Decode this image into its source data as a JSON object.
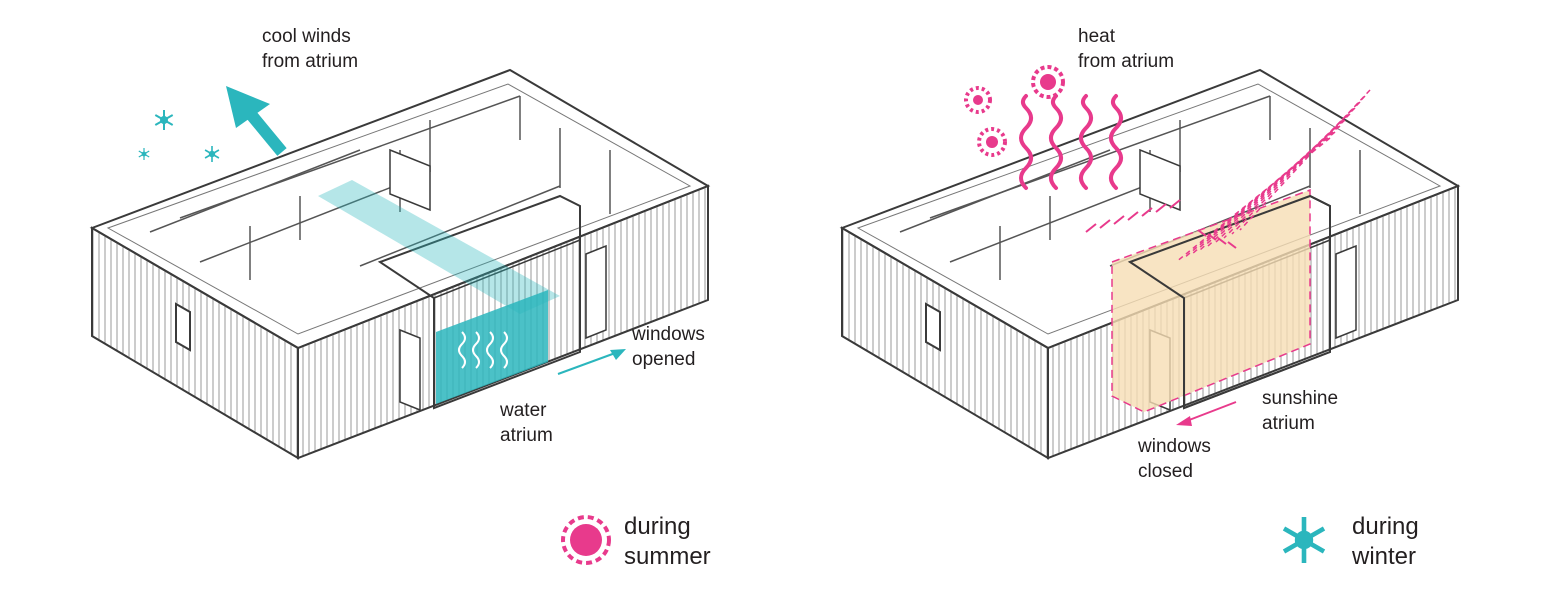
{
  "colors": {
    "cool": "#2bb6bd",
    "heat": "#e83a8c",
    "sunshine_fill": "#f6ddb4",
    "line": "#3a3a3a",
    "text": "#231f20"
  },
  "summer_panel": {
    "cool_winds": [
      "cool winds",
      "from atrium"
    ],
    "windows": [
      "windows",
      "opened"
    ],
    "atrium": [
      "water",
      "atrium"
    ],
    "legend": [
      "during",
      "summer"
    ],
    "icons": [
      "snowflake-icon",
      "arrow-icon",
      "wave-icon",
      "sun-icon"
    ]
  },
  "winter_panel": {
    "heat": [
      "heat",
      "from atrium"
    ],
    "atrium": [
      "sunshine",
      "atrium"
    ],
    "windows": [
      "windows",
      "closed"
    ],
    "legend": [
      "during",
      "winter"
    ],
    "icons": [
      "sun-icon",
      "heat-wave-icon",
      "sun-ray-icon",
      "snowflake-icon"
    ]
  }
}
